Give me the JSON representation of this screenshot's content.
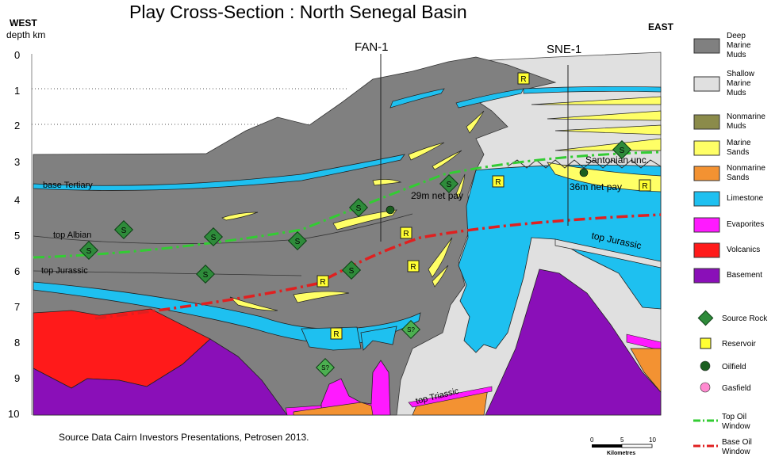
{
  "title": "Play Cross-Section : North Senegal  Basin",
  "west_label": "WEST",
  "depth_label": "depth km",
  "east_label": "EAST",
  "wells": [
    "FAN-1",
    "SNE-1"
  ],
  "depth_ticks": [
    "0",
    "1",
    "2",
    "3",
    "4",
    "5",
    "6",
    "7",
    "8",
    "9",
    "10"
  ],
  "horizon_labels": {
    "base_tertiary": "base Tertiary",
    "top_albian": "top Albian",
    "top_jurassic_west": "top Jurassic",
    "top_jurassic_east": "top Jurassic",
    "top_triassic": "top Triassic",
    "santonian": "Santonian unc."
  },
  "pay_labels": [
    "29m net pay",
    "36m net pay"
  ],
  "symbols": {
    "source": "S",
    "source_uncertain": "S?",
    "reservoir": "R"
  },
  "legend": [
    {
      "label": "Deep Marine Muds",
      "color": "#808080",
      "kind": "box"
    },
    {
      "label": "Shallow Marine Muds",
      "color": "#e0e0e0",
      "kind": "box"
    },
    {
      "label": "Nonmarine Muds",
      "color": "#8b8b4a",
      "kind": "box"
    },
    {
      "label": "Marine Sands",
      "color": "#ffff66",
      "kind": "box"
    },
    {
      "label": "Nonmarine Sands",
      "color": "#f39232",
      "kind": "box"
    },
    {
      "label": "Limestone",
      "color": "#1ec0f0",
      "kind": "box"
    },
    {
      "label": "Evaporites",
      "color": "#ff1aff",
      "kind": "box"
    },
    {
      "label": "Volcanics",
      "color": "#ff1a1a",
      "kind": "box"
    },
    {
      "label": "Basement",
      "color": "#8a0fb8",
      "kind": "box"
    },
    {
      "label": "Source Rock",
      "color": "#2e8b3a",
      "kind": "source"
    },
    {
      "label": "Reservoir",
      "color": "#ffff33",
      "kind": "reservoir"
    },
    {
      "label": "Oilfield",
      "color": "#1b5e20",
      "kind": "oil"
    },
    {
      "label": "Gasfield",
      "color": "#ff8ad0",
      "kind": "gas"
    },
    {
      "label": "Top Oil Window",
      "color": "#33cc33",
      "kind": "topoil"
    },
    {
      "label": "Base Oil Window",
      "color": "#e02020",
      "kind": "baseoil"
    }
  ],
  "source_note": "Source Data  Cairn Investors Presentations, Petrosen 2013.",
  "scale": {
    "ticks": [
      "0",
      "5",
      "10"
    ],
    "unit": "Kilometres"
  }
}
